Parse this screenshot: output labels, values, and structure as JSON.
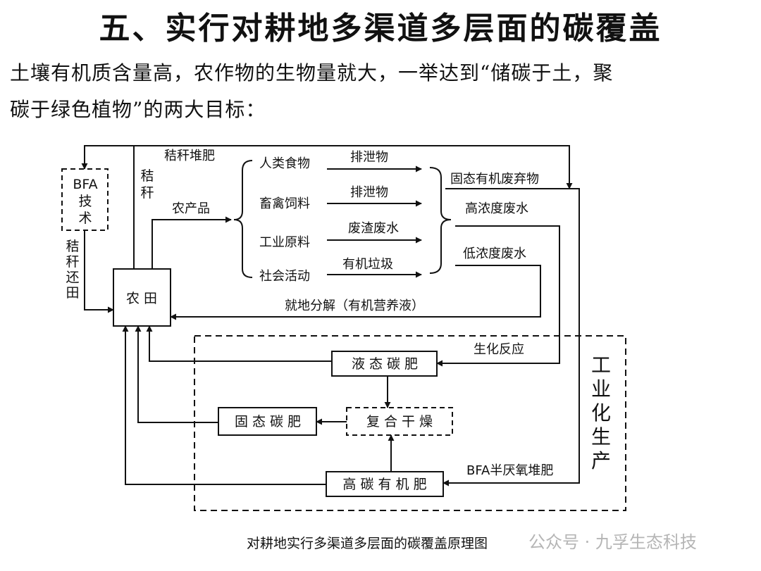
{
  "title": "五、实行对耕地多渠道多层面的碳覆盖",
  "intro": {
    "line1": "土壤有机质含量高，农作物的生物量就大，一举达到“储碳于土，聚",
    "line2": "碳于绿色植物”的两大目标："
  },
  "diagram": {
    "nodes": {
      "bfa_tech": "BFA技术",
      "farmland": "农 田",
      "liquid_fert": "液 态 碳 肥",
      "solid_fert": "固 态 碳 肥",
      "compound_dry": "复 合 干 燥",
      "high_carbon_fert": "高 碳 有 机 肥"
    },
    "labels": {
      "straw_compost": "秸秆堆肥",
      "straw": "秸秆",
      "straw_return": "秸秆还田",
      "agri_products": "农产品",
      "human_food": "人类食物",
      "livestock_feed": "畜禽饲料",
      "industrial_material": "工业原料",
      "social_activity": "社会活动",
      "excreta_1": "排泄物",
      "excreta_2": "排泄物",
      "residue_wastewater": "废渣废水",
      "organic_garbage": "有机垃圾",
      "solid_organic_waste": "固态有机废弃物",
      "high_conc_wastewater": "高浓度废水",
      "low_conc_wastewater": "低浓度废水",
      "local_decomposition": "就地分解（有机营养液）",
      "biochemical_reaction": "生化反应",
      "bfa_semi_anaerobic": "BFA半厌氧堆肥",
      "industrial_production": "工业化生产"
    },
    "caption": "对耕地实行多渠道多层面的碳覆盖原理图",
    "watermark": "公众号 · 九孚生态科技"
  }
}
